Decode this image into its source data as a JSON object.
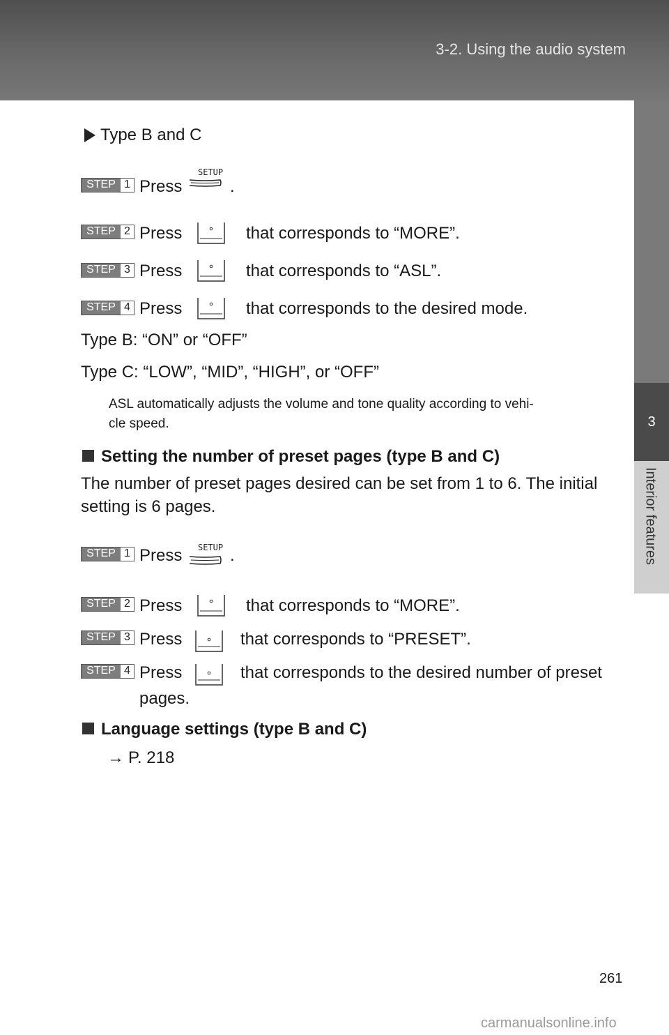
{
  "header": {
    "title": "3-2. Using the audio system"
  },
  "side_tab": {
    "chapter": "3",
    "label": "Interior features"
  },
  "section1": {
    "heading": "Type B and C",
    "steps": [
      {
        "step_label": "STEP",
        "num": "1",
        "text_before": "Press",
        "text_after": ".",
        "button": "SETUP"
      },
      {
        "step_label": "STEP",
        "num": "2",
        "text_before": "Press",
        "text_after": "that corresponds to “MORE”."
      },
      {
        "step_label": "STEP",
        "num": "3",
        "text_before": "Press",
        "text_after": "that corresponds to “ASL”."
      },
      {
        "step_label": "STEP",
        "num": "4",
        "text_before": "Press",
        "text_after": "that corresponds to the desired mode."
      }
    ],
    "type_b": "Type B: “ON” or “OFF”",
    "type_c": "Type C: “LOW”, “MID”, “HIGH”, or “OFF”",
    "note_line1": "ASL automatically adjusts the volume and tone quality according to vehi-",
    "note_line2": "cle speed."
  },
  "section2": {
    "heading": "Setting the number of preset pages (type B and C)",
    "para_line1": "The number of preset pages desired can be set from 1 to 6. The initial",
    "para_line2": "setting is 6 pages.",
    "steps": [
      {
        "step_label": "STEP",
        "num": "1",
        "text_before": "Press",
        "text_after": ".",
        "button": "SETUP"
      },
      {
        "step_label": "STEP",
        "num": "2",
        "text_before": "Press",
        "text_after": "that corresponds to “MORE”."
      },
      {
        "step_label": "STEP",
        "num": "3",
        "text_before": "Press",
        "text_after": "that corresponds to “PRESET”."
      },
      {
        "step_label": "STEP",
        "num": "4",
        "text_before": "Press",
        "text_after": "that corresponds to the desired number of preset",
        "text_cont": "pages."
      }
    ]
  },
  "section3": {
    "heading": "Language settings (type B and C)",
    "ref": "P. 218"
  },
  "footer": {
    "page_number": "261",
    "watermark": "carmanualsonline.info"
  }
}
